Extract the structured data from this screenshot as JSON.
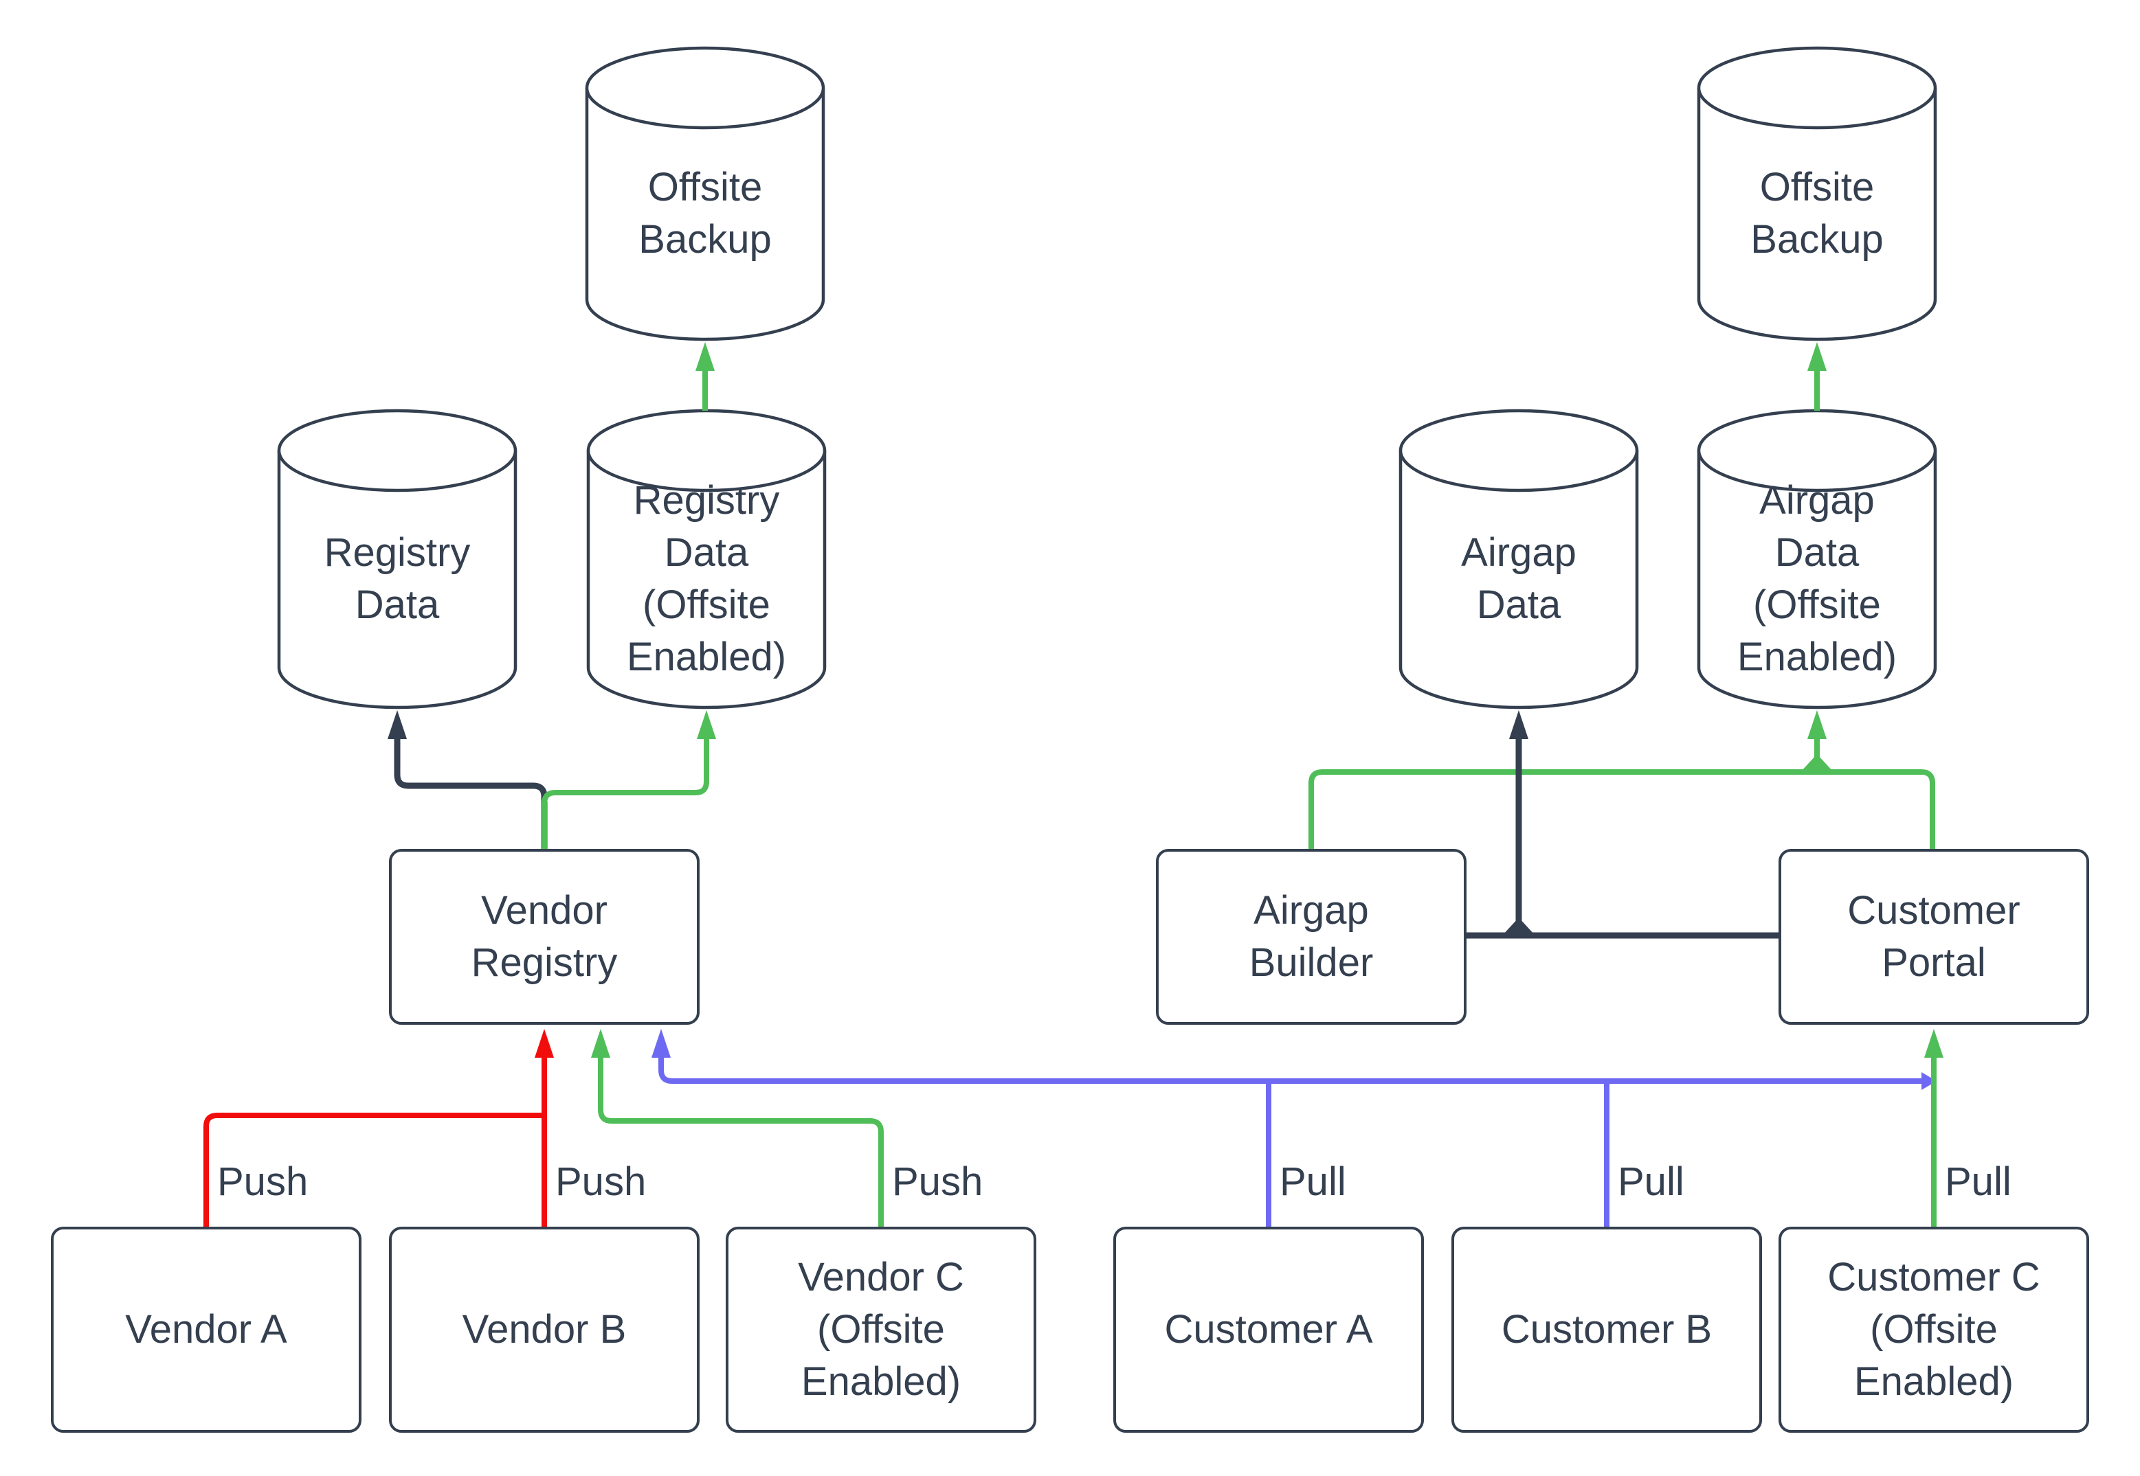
{
  "diagram": {
    "nodes": {
      "offsite_backup_left": "Offsite\nBackup",
      "registry_data": "Registry\nData",
      "registry_data_offsite": "Registry\nData\n(Offsite\nEnabled)",
      "vendor_registry": "Vendor\nRegistry",
      "vendor_a": "Vendor A",
      "vendor_b": "Vendor B",
      "vendor_c": "Vendor C\n(Offsite\nEnabled)",
      "offsite_backup_right": "Offsite\nBackup",
      "airgap_data": "Airgap\nData",
      "airgap_data_offsite": "Airgap\nData\n(Offsite\nEnabled)",
      "airgap_builder": "Airgap\nBuilder",
      "customer_portal": "Customer\nPortal",
      "customer_a": "Customer A",
      "customer_b": "Customer B",
      "customer_c": "Customer C\n(Offsite\nEnabled)"
    },
    "edge_labels": {
      "push_vendor_a": "Push",
      "push_vendor_b": "Push",
      "push_vendor_c": "Push",
      "pull_customer_a": "Pull",
      "pull_customer_b": "Pull",
      "pull_customer_c": "Pull"
    },
    "colors": {
      "ink": "#343f4f",
      "push": "#f20d0d",
      "offsite": "#4fbe58",
      "pull": "#6d69f2",
      "bg": "#ffffff"
    }
  }
}
